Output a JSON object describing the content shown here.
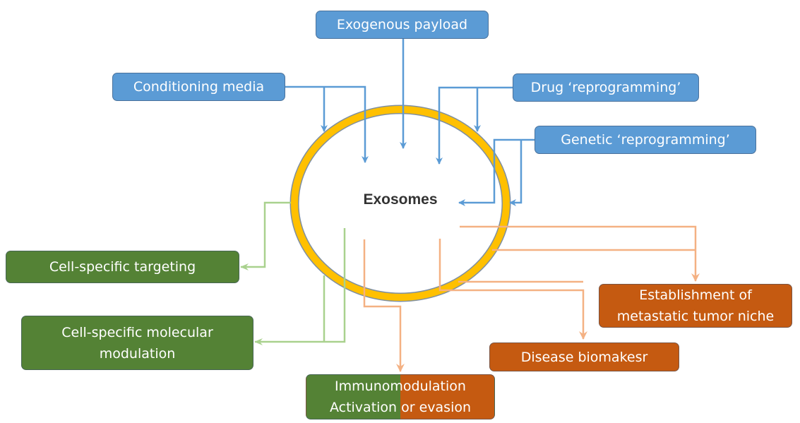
{
  "diagram": {
    "center": {
      "label": "Exosomes"
    },
    "inputs": [
      {
        "id": "exogenous-payload",
        "label": "Exogenous payload"
      },
      {
        "id": "conditioning-media",
        "label": "Conditioning media"
      },
      {
        "id": "drug-reprogramming",
        "label": "Drug ‘reprogramming’"
      },
      {
        "id": "genetic-reprogramming",
        "label": "Genetic ‘reprogramming’"
      }
    ],
    "outputs_green": [
      {
        "id": "cell-specific-targeting",
        "lines": [
          "Cell-specific targeting"
        ]
      },
      {
        "id": "cell-specific-molecular-modulation",
        "lines": [
          "Cell-specific molecular",
          "modulation"
        ]
      }
    ],
    "outputs_orange": [
      {
        "id": "establishment-metastatic-niche",
        "lines": [
          "Establishment of",
          "metastatic tumor niche"
        ]
      },
      {
        "id": "disease-biomarker",
        "lines": [
          "Disease biomakesr"
        ]
      }
    ],
    "outputs_mixed": [
      {
        "id": "immunomodulation",
        "lines": [
          "Immunomodulation",
          "Activation or evasion"
        ]
      }
    ],
    "colors": {
      "input_box": "#5b9bd5",
      "input_arrow": "#5b9bd5",
      "green_box": "#548235",
      "green_arrow": "#a9d18e",
      "orange_box": "#c55a11",
      "orange_arrow": "#f4b183",
      "membrane": "#ffc000",
      "center_text": "#333333"
    }
  }
}
